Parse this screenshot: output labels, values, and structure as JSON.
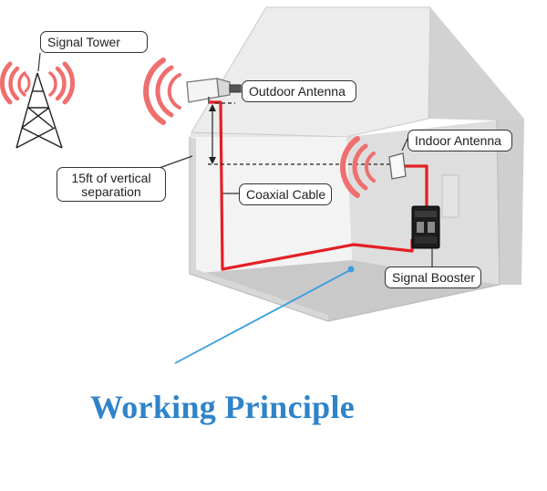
{
  "labels": {
    "signal_tower": "Signal Tower",
    "outdoor_antenna": "Outdoor Antenna",
    "vertical_separation": "15ft of vertical separation",
    "coaxial_cable": "Coaxial Cable",
    "indoor_antenna": "Indoor Antenna",
    "signal_booster": "Signal Booster"
  },
  "title": "Working Principle",
  "colors": {
    "cable": "#e41f26",
    "signal_waves": "#ef6e6e",
    "title": "#2f83c9",
    "pointer": "#3a9fe0",
    "wall_light": "#f1f1f1",
    "wall_mid": "#dcdcdc",
    "wall_dark": "#c4c4c4",
    "outline": "#bdbdbd"
  }
}
